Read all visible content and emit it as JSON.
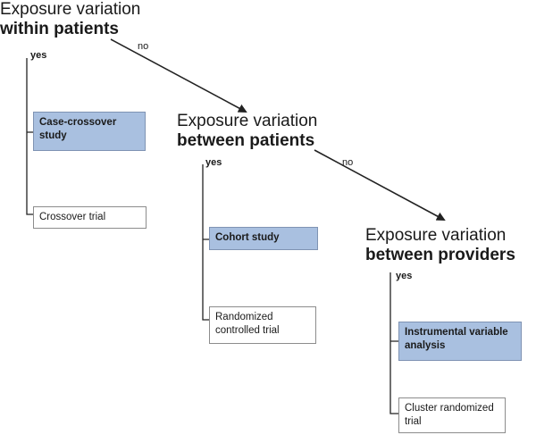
{
  "nodes": {
    "within": {
      "line1": "Exposure variation",
      "line2": "within patients",
      "yes": "yes",
      "no": "no"
    },
    "between_patients": {
      "line1": "Exposure variation",
      "line2": "between patients",
      "yes": "yes",
      "no": "no"
    },
    "between_providers": {
      "line1": "Exposure variation",
      "line2": "between providers",
      "yes": "yes"
    }
  },
  "designs": {
    "case_crossover": "Case-crossover study",
    "crossover_trial": "Crossover trial",
    "cohort": "Cohort study",
    "rct": "Randomized controlled trial",
    "iv": "Instrumental variable analysis",
    "cluster": "Cluster randomized trial"
  },
  "colors": {
    "highlight_fill": "#a9c0e0",
    "line": "#222222",
    "box_border": "#8c8c8c"
  }
}
